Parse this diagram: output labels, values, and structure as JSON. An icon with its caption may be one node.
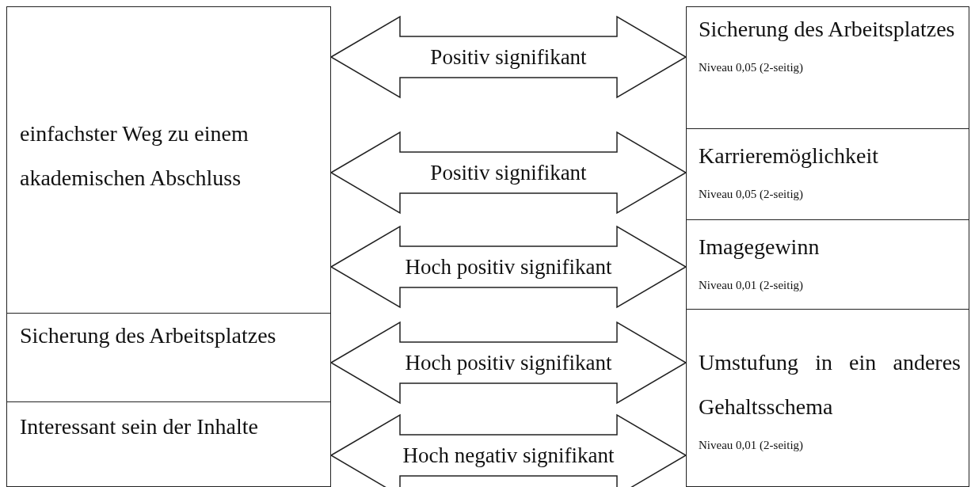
{
  "diagram": {
    "nodes": [
      {
        "text": [
          "einfachster Weg zu einem akademischen Abschluss"
        ]
      },
      {
        "text": [
          "Sicherung des Arbeitsplatzes"
        ]
      },
      {
        "text": [
          "Interessant sein der Inhalte"
        ]
      },
      {
        "text": [
          "Sicherung des Arbeitsplatzes",
          "Niveau 0,05 (2-seitig)"
        ]
      },
      {
        "text": [
          "Karrieremöglichkeit",
          "Niveau 0,05 (2-seitig)"
        ]
      },
      {
        "text": [
          "Imagegewinn",
          "Niveau 0,01 (2-seitig)"
        ]
      },
      {
        "text": [
          "Umstufung in ein anderes Gehaltsschema",
          "Niveau 0,01 (2-seitig)"
        ]
      }
    ],
    "edges": [
      {
        "from": 0,
        "to": 3,
        "arrow": "both",
        "label": "Positiv signifikant"
      },
      {
        "from": 0,
        "to": 4,
        "arrow": "both",
        "label": "Positiv signifikant"
      },
      {
        "from": 0,
        "to": 5,
        "arrow": "both",
        "label": "Hoch positiv signifikant"
      },
      {
        "from": 1,
        "to": 6,
        "arrow": "both",
        "label": "Hoch positiv signifikant"
      },
      {
        "from": 2,
        "to": 6,
        "arrow": "both",
        "label": "Hoch negativ signifikant"
      }
    ]
  }
}
